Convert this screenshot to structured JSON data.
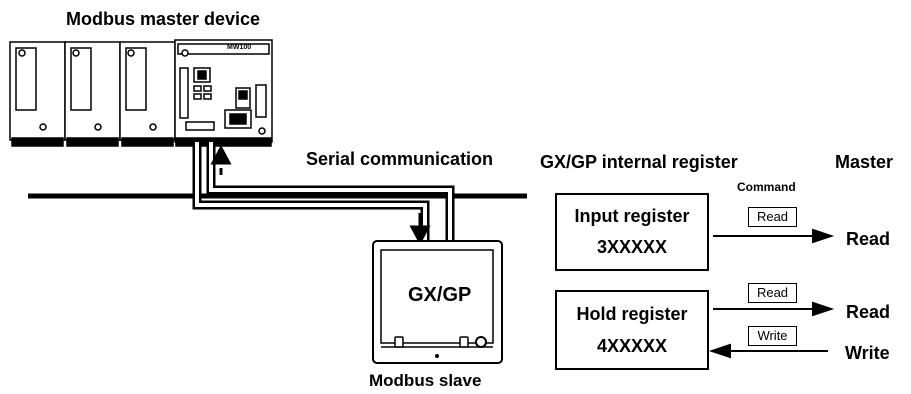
{
  "labels": {
    "master_device": "Modbus master device",
    "serial_comm": "Serial communication",
    "internal_register": "GX/GP internal register",
    "master": "Master",
    "command": "Command",
    "slave_label": "Modbus slave",
    "slave_screen": "GX/GP",
    "device_model": "MW100"
  },
  "registers": [
    {
      "title": "Input register",
      "code": "3XXXXX"
    },
    {
      "title": "Hold register",
      "code": "4XXXXX"
    }
  ],
  "commands": {
    "input_read": "Read",
    "hold_read": "Read",
    "hold_write": "Write"
  },
  "master_actions": {
    "input_read": "Read",
    "hold_read": "Read",
    "hold_write": "Write"
  }
}
